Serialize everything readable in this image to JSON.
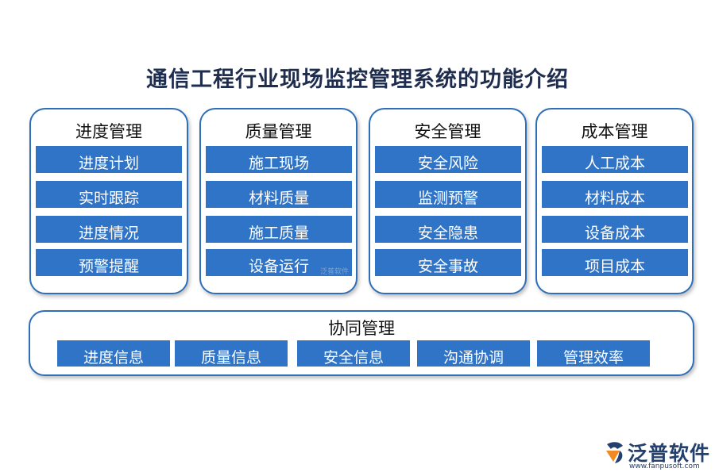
{
  "title": "通信工程行业现场监控管理系统的功能介绍",
  "columns": [
    {
      "title": "进度管理",
      "items": [
        "进度计划",
        "实时跟踪",
        "进度情况",
        "预警提醒"
      ]
    },
    {
      "title": "质量管理",
      "items": [
        "施工现场",
        "材料质量",
        "施工质量",
        "设备运行"
      ]
    },
    {
      "title": "安全管理",
      "items": [
        "安全风险",
        "监测预警",
        "安全隐患",
        "安全事故"
      ]
    },
    {
      "title": "成本管理",
      "items": [
        "人工成本",
        "材料成本",
        "设备成本",
        "项目成本"
      ]
    }
  ],
  "bottom": {
    "title": "协同管理",
    "items": [
      "进度信息",
      "质量信息",
      "安全信息",
      "沟通协调",
      "管理效率"
    ]
  },
  "watermark": "泛普软件",
  "logo": {
    "name": "泛普软件",
    "url": "www.fanpusoft.com"
  },
  "colors": {
    "accent": "#2f74c7",
    "border": "#2f6fb8",
    "logo": "#24406e",
    "logo_orange": "#f08a24"
  }
}
